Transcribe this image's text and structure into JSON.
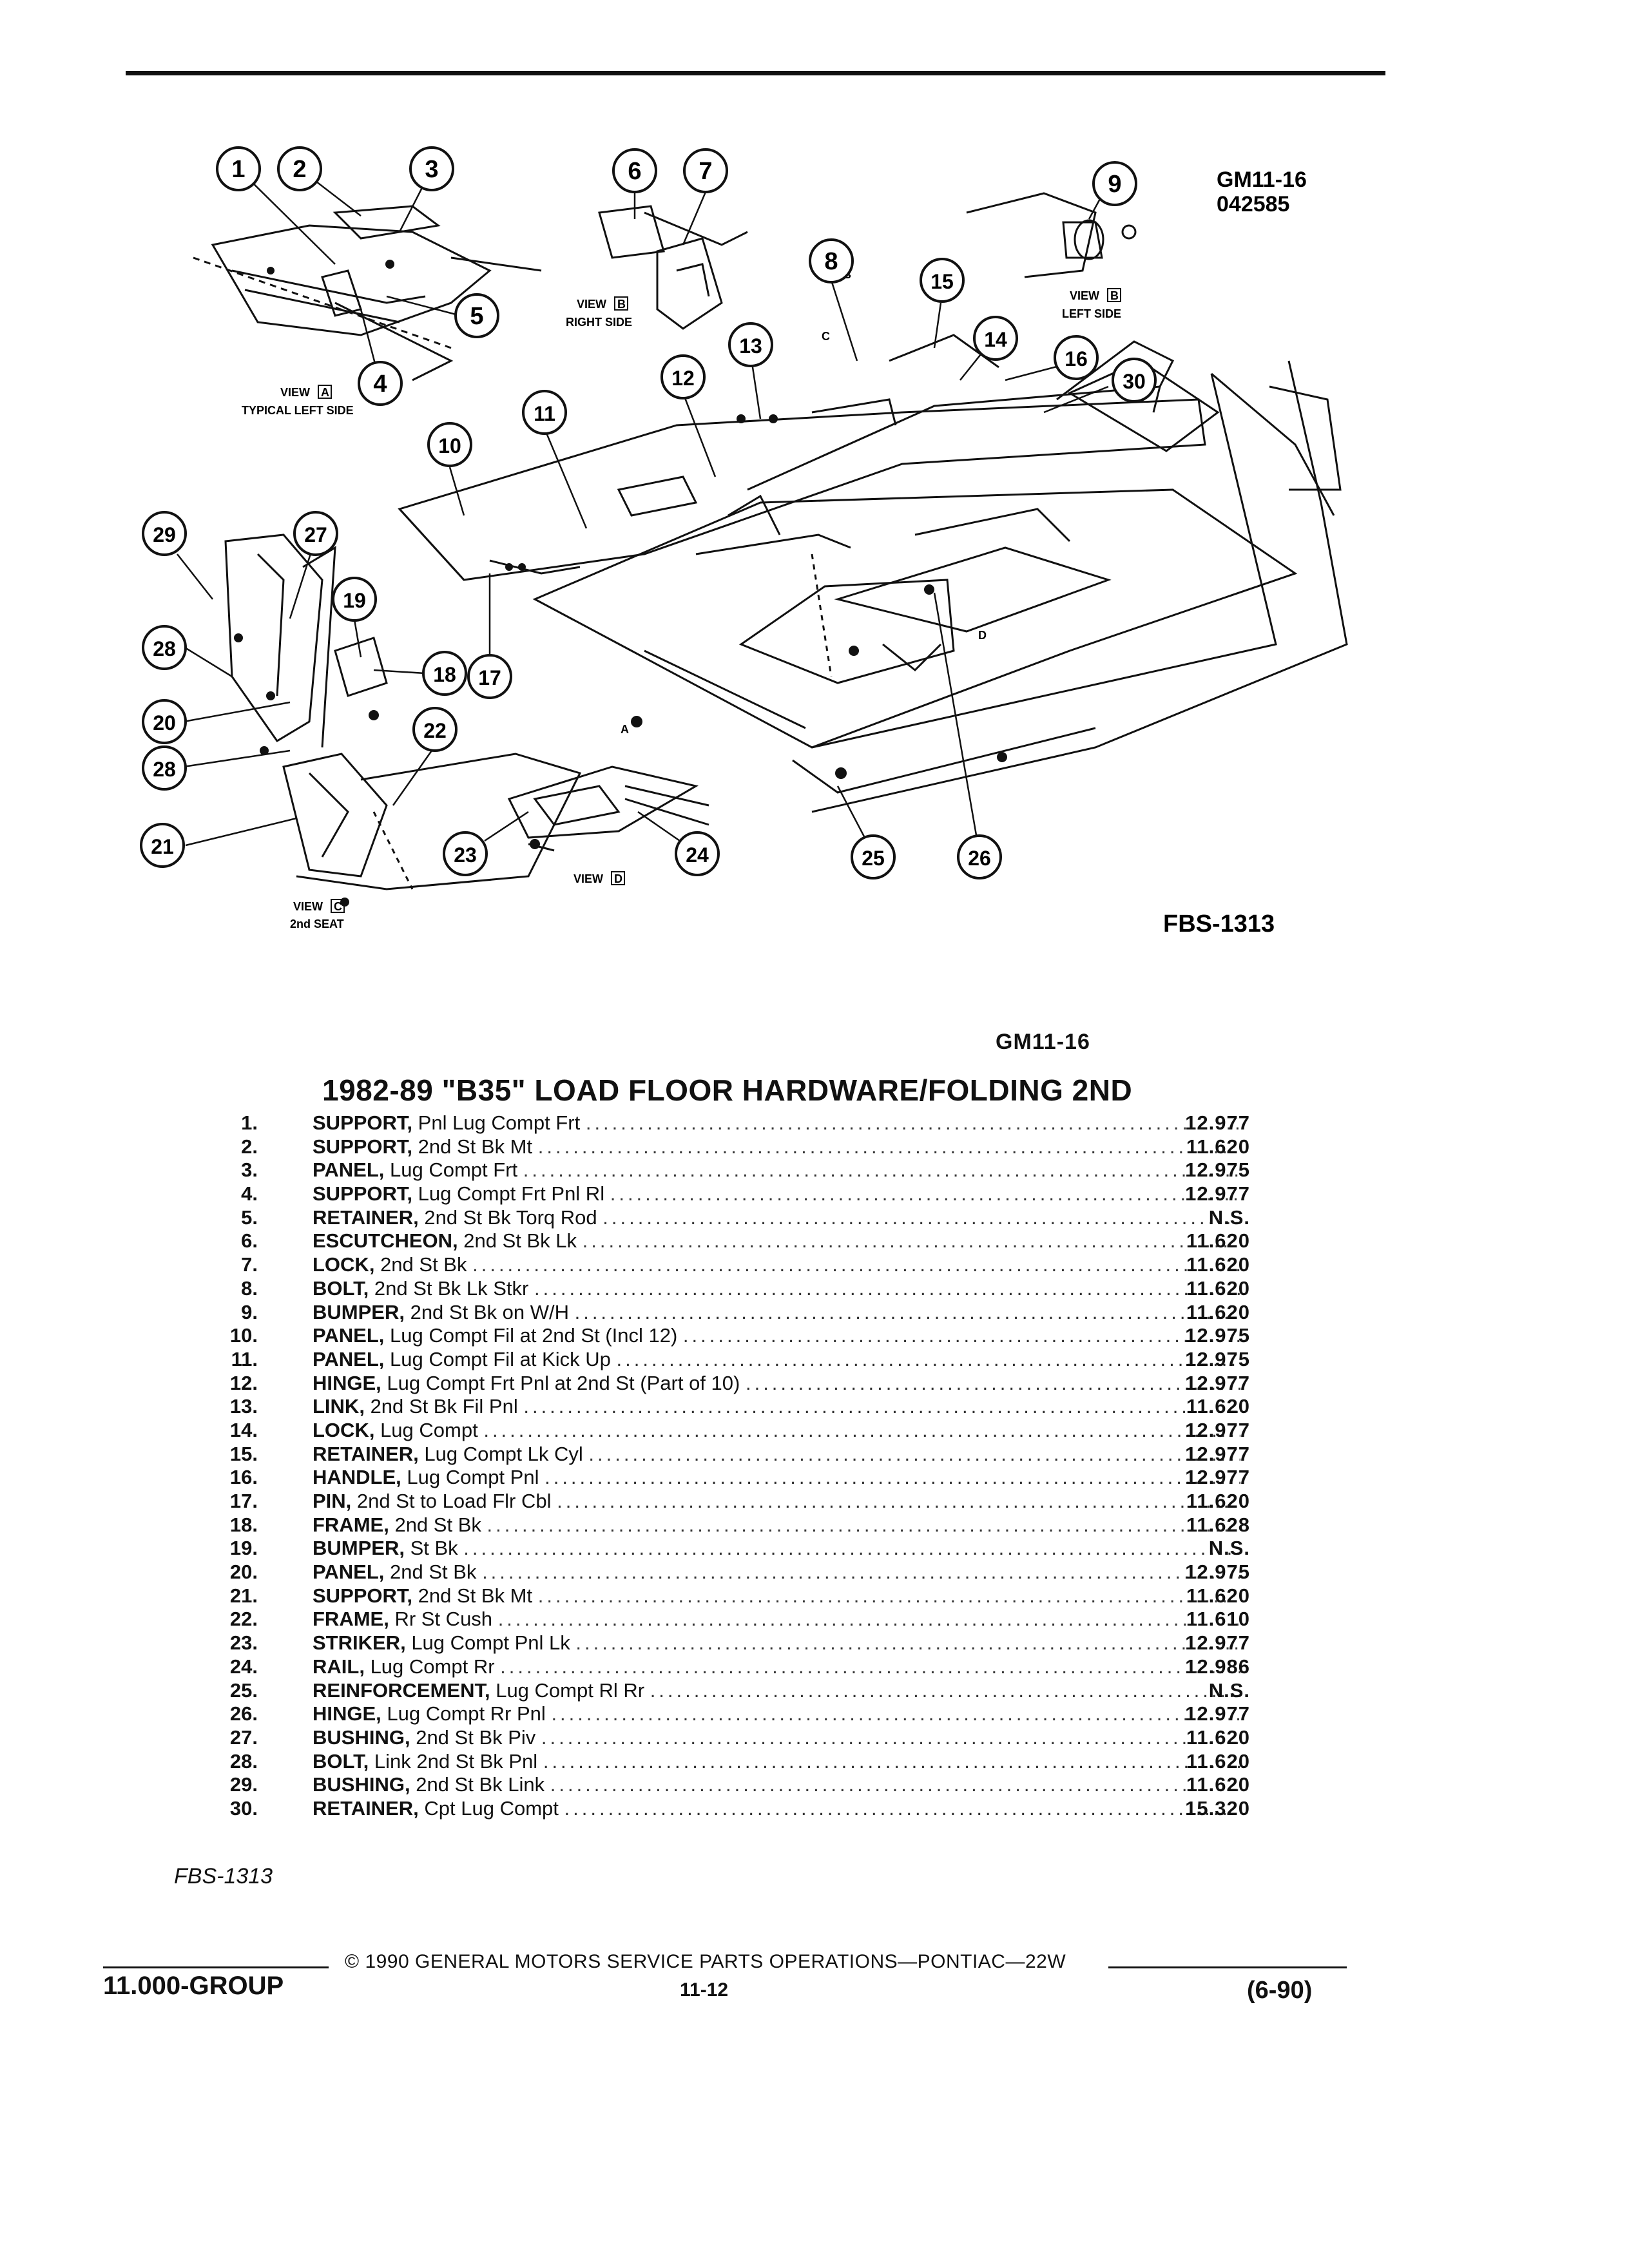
{
  "header": {
    "figure_code": "GM11-16",
    "figure_number": "042585",
    "figure_ref": "FBS-1313"
  },
  "diagram": {
    "callouts": [
      "1",
      "2",
      "3",
      "4",
      "5",
      "6",
      "7",
      "8",
      "9",
      "10",
      "11",
      "12",
      "13",
      "14",
      "15",
      "16",
      "17",
      "18",
      "19",
      "20",
      "21",
      "22",
      "23",
      "24",
      "25",
      "26",
      "27",
      "28",
      "29",
      "30"
    ],
    "view_labels": {
      "view_word": "VIEW",
      "a_letter": "A",
      "a_caption": "TYPICAL LEFT SIDE",
      "b_letter": "B",
      "b_right_caption": "RIGHT SIDE",
      "b_left_caption": "LEFT SIDE",
      "c_letter": "C",
      "c_caption": "2nd SEAT",
      "d_letter": "D"
    },
    "ref_letters": [
      "A",
      "B",
      "C",
      "D"
    ]
  },
  "section": {
    "code": "GM11-16",
    "title": "1982-89 \"B35\" LOAD FLOOR HARDWARE/FOLDING 2ND"
  },
  "parts": [
    {
      "num": "1.",
      "name": "SUPPORT,",
      "desc": "Pnl Lug Compt Frt",
      "group": "12.977"
    },
    {
      "num": "2.",
      "name": "SUPPORT,",
      "desc": "2nd St Bk Mt",
      "group": "11.620"
    },
    {
      "num": "3.",
      "name": "PANEL,",
      "desc": "Lug Compt Frt",
      "group": "12.975"
    },
    {
      "num": "4.",
      "name": "SUPPORT,",
      "desc": "Lug Compt Frt Pnl Rl",
      "group": "12.977"
    },
    {
      "num": "5.",
      "name": "RETAINER,",
      "desc": "2nd St Bk Torq Rod",
      "group": "N.S."
    },
    {
      "num": "6.",
      "name": "ESCUTCHEON,",
      "desc": "2nd St Bk Lk",
      "group": "11.620"
    },
    {
      "num": "7.",
      "name": "LOCK,",
      "desc": "2nd St Bk",
      "group": "11.620"
    },
    {
      "num": "8.",
      "name": "BOLT,",
      "desc": "2nd St Bk Lk Stkr",
      "group": "11.620"
    },
    {
      "num": "9.",
      "name": "BUMPER,",
      "desc": "2nd St Bk on W/H",
      "group": "11.620"
    },
    {
      "num": "10.",
      "name": "PANEL,",
      "desc": "Lug Compt Fil at 2nd St (Incl 12)",
      "group": "12.975"
    },
    {
      "num": "11.",
      "name": "PANEL,",
      "desc": "Lug Compt Fil at Kick Up",
      "group": "12.975"
    },
    {
      "num": "12.",
      "name": "HINGE,",
      "desc": "Lug Compt Frt Pnl at 2nd St (Part of 10)",
      "group": "12.977"
    },
    {
      "num": "13.",
      "name": "LINK,",
      "desc": "2nd St Bk Fil Pnl",
      "group": "11.620"
    },
    {
      "num": "14.",
      "name": "LOCK,",
      "desc": "Lug Compt",
      "group": "12.977"
    },
    {
      "num": "15.",
      "name": "RETAINER,",
      "desc": "Lug Compt Lk Cyl",
      "group": "12.977"
    },
    {
      "num": "16.",
      "name": "HANDLE,",
      "desc": "Lug Compt Pnl",
      "group": "12.977"
    },
    {
      "num": "17.",
      "name": "PIN,",
      "desc": "2nd St to Load Flr Cbl",
      "group": "11.620"
    },
    {
      "num": "18.",
      "name": "FRAME,",
      "desc": "2nd St Bk",
      "group": "11.628"
    },
    {
      "num": "19.",
      "name": "BUMPER,",
      "desc": "St Bk",
      "group": "N.S."
    },
    {
      "num": "20.",
      "name": "PANEL,",
      "desc": "2nd St Bk",
      "group": "12.975"
    },
    {
      "num": "21.",
      "name": "SUPPORT,",
      "desc": "2nd St Bk Mt",
      "group": "11.620"
    },
    {
      "num": "22.",
      "name": "FRAME,",
      "desc": "Rr St Cush",
      "group": "11.610"
    },
    {
      "num": "23.",
      "name": "STRIKER,",
      "desc": "Lug Compt Pnl Lk",
      "group": "12.977"
    },
    {
      "num": "24.",
      "name": "RAIL,",
      "desc": "Lug Compt Rr",
      "group": "12.986"
    },
    {
      "num": "25.",
      "name": "REINFORCEMENT,",
      "desc": "Lug Compt Rl Rr",
      "group": "N.S."
    },
    {
      "num": "26.",
      "name": "HINGE,",
      "desc": "Lug Compt Rr Pnl",
      "group": "12.977"
    },
    {
      "num": "27.",
      "name": "BUSHING,",
      "desc": "2nd St Bk Piv",
      "group": "11.620"
    },
    {
      "num": "28.",
      "name": "BOLT,",
      "desc": "Link 2nd St Bk Pnl",
      "group": "11.620"
    },
    {
      "num": "29.",
      "name": "BUSHING,",
      "desc": "2nd St Bk Link",
      "group": "11.620"
    },
    {
      "num": "30.",
      "name": "RETAINER,",
      "desc": "Cpt Lug Compt",
      "group": "15.320"
    }
  ],
  "list_footer_code": "FBS-1313",
  "footer": {
    "copyright": "© 1990 GENERAL MOTORS SERVICE PARTS OPERATIONS—PONTIAC—22W",
    "group": "11.000-GROUP",
    "page": "11-12",
    "date": "(6-90)"
  }
}
